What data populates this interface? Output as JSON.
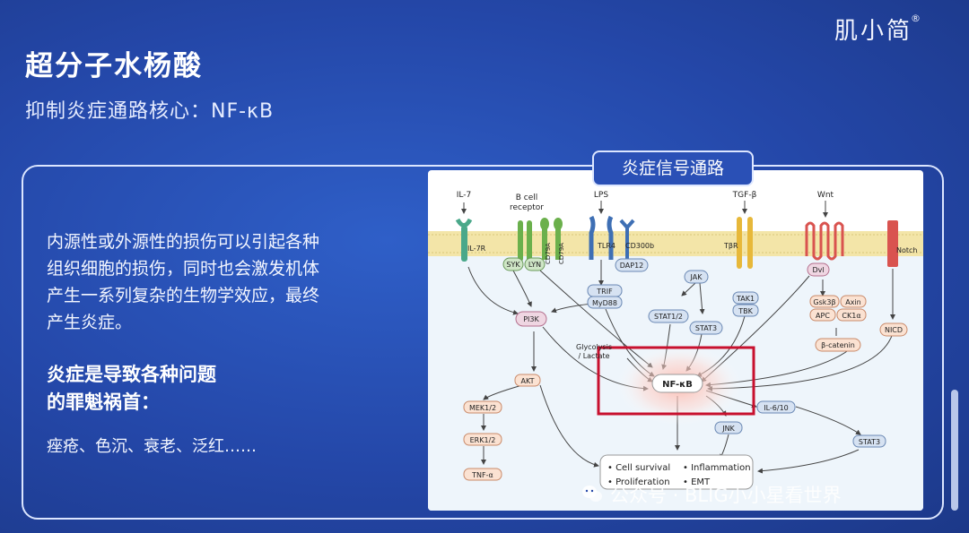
{
  "header": {
    "title": "超分子水杨酸",
    "subtitle": "抑制炎症通路核心：NF-κB",
    "brand": "肌小简",
    "brand_mark": "®"
  },
  "panel": {
    "intro_lines": [
      "内源性或外源性的损伤可以引起各种",
      "组织细胞的损伤，同时也会激发机体",
      "产生一系列复杂的生物学效应，最终",
      "产生炎症。"
    ],
    "emphasis_lines": [
      "炎症是导致各种问题",
      "的罪魁祸首："
    ],
    "list": "痤疮、色沉、衰老、泛红……"
  },
  "diagram": {
    "title": "炎症信号通路",
    "ligands": {
      "il7": "IL-7",
      "bcell_1": "B cell",
      "bcell_2": "receptor",
      "lps": "LPS",
      "tgfb": "TGF-β",
      "wnt": "Wnt"
    },
    "receptors": {
      "il7r": "IL-7R",
      "cd79a_1": "CD79A",
      "cd79a_2": "CD79A",
      "tlr4": "TLR4",
      "cd300b": "CD300b",
      "tbr": "TβR",
      "notch": "Notch"
    },
    "nodes": {
      "syk": "SYK",
      "lyn": "LYN",
      "dap12": "DAP12",
      "trif": "TRIF",
      "myd88": "MyD88",
      "jak": "JAK",
      "stat12": "STAT1/2",
      "stat3": "STAT3",
      "tak1": "TAK1",
      "tbk": "TBK",
      "dvl": "Dvl",
      "gsk3b": "Gsk3β",
      "axin": "Axin",
      "apc": "APC",
      "ck1a": "CK1α",
      "bcatenin": "β-catenin",
      "nicd": "NICD",
      "pi3k": "PI3K",
      "glyco_1": "Glycolysis",
      "glyco_2": "/ Lactate",
      "nfkb": "NF-κB",
      "akt": "AKT",
      "mek": "MEK1/2",
      "erk": "ERK1/2",
      "tnfa": "TNF-α",
      "jnk": "JNK",
      "il610": "IL-6/10",
      "stat3b": "STAT3"
    },
    "outcomes": [
      "• Cell survival",
      "• Inflammation",
      "• Proliferation",
      "• EMT"
    ]
  },
  "watermark": "公众号 · BLIG小小星看世界",
  "colors": {
    "background": "#2447a8",
    "highlight_box": "#c8102e",
    "node_fill": "#d6e2f2",
    "pink_node": "#efd6e2",
    "orange_node": "#fbe2d2"
  }
}
